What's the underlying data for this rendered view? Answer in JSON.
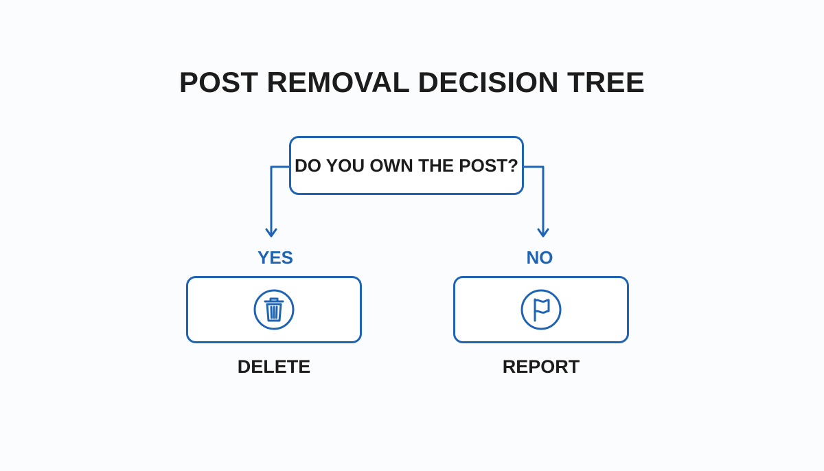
{
  "diagram": {
    "title": "POST REMOVAL DECISION TREE",
    "question": "DO YOU OWN THE POST?",
    "branches": [
      {
        "label": "YES",
        "action": "DELETE",
        "icon": "trash-icon"
      },
      {
        "label": "NO",
        "action": "REPORT",
        "icon": "flag-icon"
      }
    ]
  },
  "colors": {
    "accent": "#1f64b3",
    "text": "#1c1c1c",
    "background": "#fbfcfd"
  }
}
